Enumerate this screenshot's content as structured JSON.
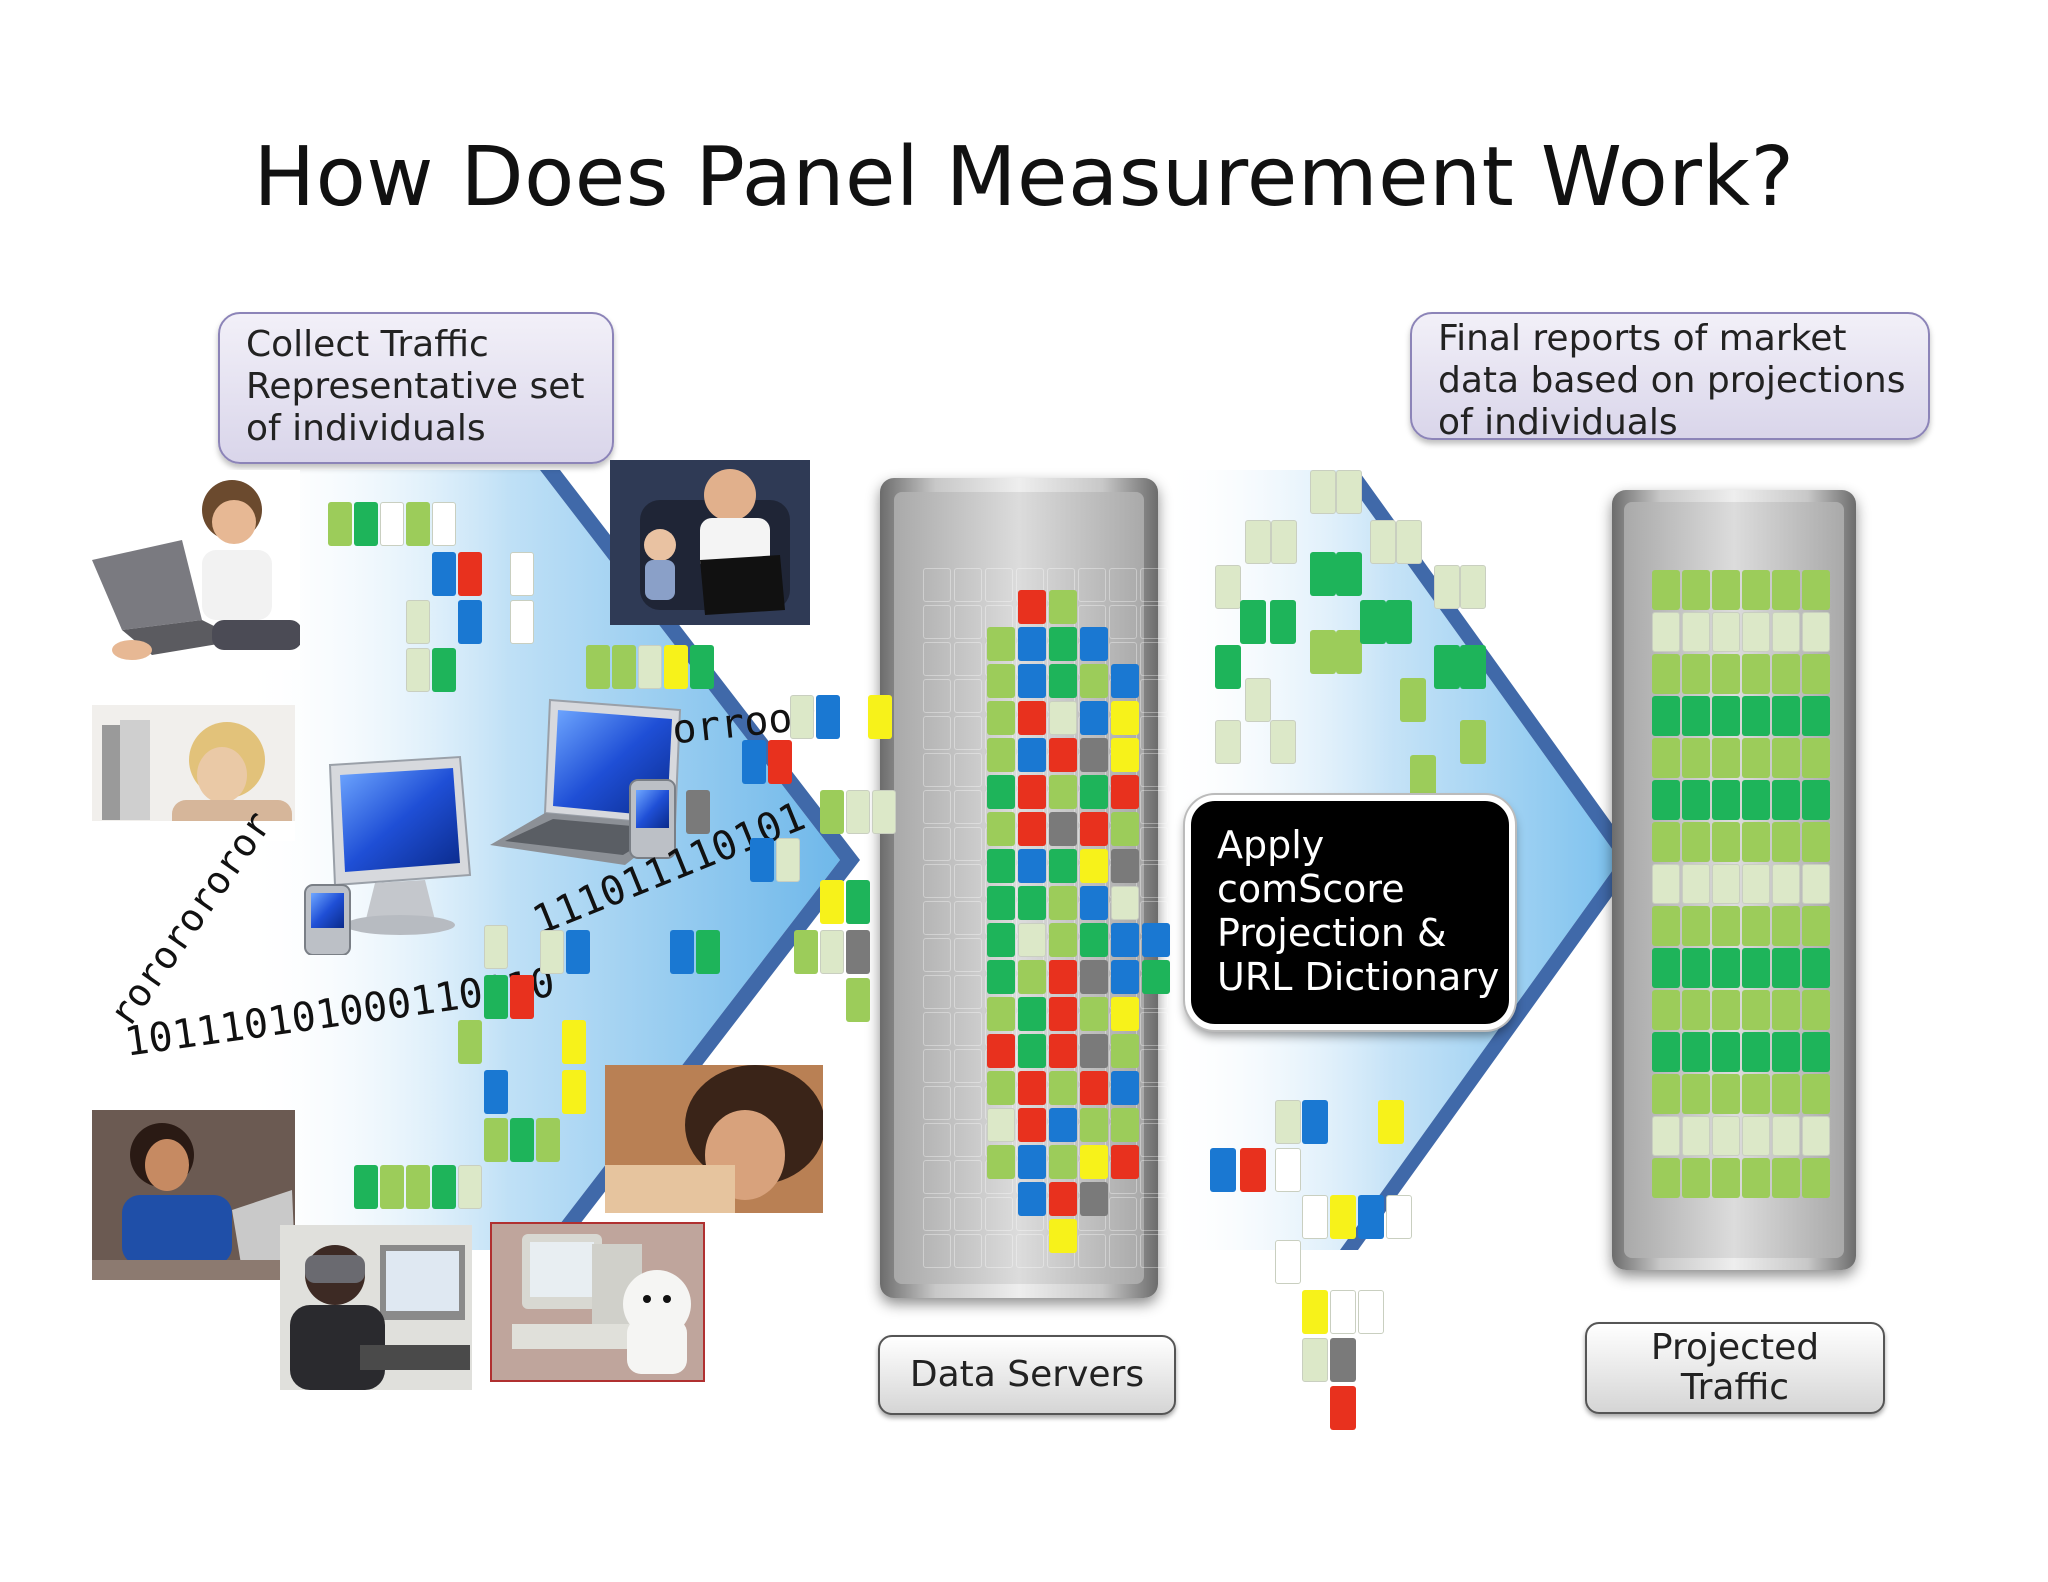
{
  "title": "How Does Panel Measurement Work?",
  "collect_callout": {
    "lines": [
      "Collect Traffic",
      "Representative set",
      "of individuals"
    ]
  },
  "final_callout": {
    "lines": [
      "Final reports of market",
      "data based on projections",
      "of individuals"
    ]
  },
  "apply_box": {
    "lines": [
      "Apply",
      "comScore",
      "Projection &",
      "URL Dictionary"
    ]
  },
  "data_servers_label": "Data Servers",
  "projected_traffic_label": {
    "lines": [
      "Projected",
      "Traffic"
    ]
  },
  "binary_strings": {
    "bottom": "101110101000110110",
    "arc": "rororororor",
    "upper": "orroor",
    "middle": "111011110101"
  },
  "colors": {
    "light_green": "#9ccc5a",
    "green": "#1eb45a",
    "pale_green": "#dce8c8",
    "blue": "#1a78d2",
    "red": "#e8311e",
    "yellow": "#f7f21a",
    "gray": "#7a7a7a",
    "arrow_blue": "#7ec3f0"
  }
}
